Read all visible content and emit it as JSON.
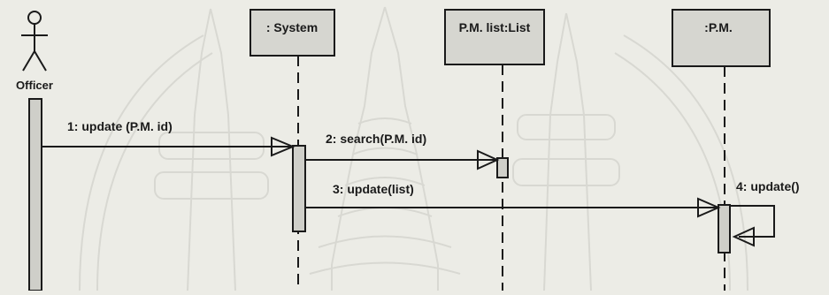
{
  "colors": {
    "background": "#ecece6",
    "box_fill": "#d6d6d0",
    "activation_fill": "#cfcfc9",
    "line": "#1a1a1a",
    "watermark": "#c9c9c2"
  },
  "actor": {
    "name": "Officer",
    "icon": "stick-figure-icon"
  },
  "objects": [
    {
      "id": "system",
      "label": ": System"
    },
    {
      "id": "pmlist",
      "label": "P.M. list:List"
    },
    {
      "id": "pm",
      "label": ":P.M."
    }
  ],
  "messages": [
    {
      "id": "m1",
      "label": "1: update  (P.M. id)",
      "from": "actor",
      "to": "system"
    },
    {
      "id": "m2",
      "label": "2: search(P.M. id)",
      "from": "system",
      "to": "pmlist"
    },
    {
      "id": "m3",
      "label": "3: update(list)",
      "from": "system",
      "to": "pm"
    },
    {
      "id": "m4",
      "label": "4: update()",
      "from": "pm",
      "to": "pm",
      "self": true
    }
  ],
  "watermark": {
    "icon": "university-seal-watermark-icon"
  }
}
